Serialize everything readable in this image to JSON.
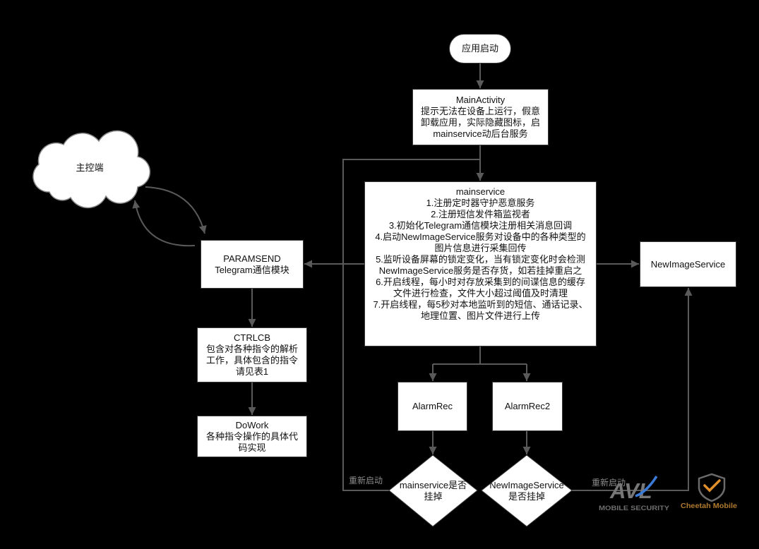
{
  "colors": {
    "background": "#000000",
    "node_fill": "#ffffff",
    "node_text": "#111111",
    "connector": "#5a5a5a",
    "edge_label": "#8c8c8c"
  },
  "nodes": {
    "app_start": {
      "label": "应用启动"
    },
    "main_activity": {
      "lines": [
        "MainActivity",
        "提示无法在设备上运行，假意",
        "卸载应用，实际隐藏图标，启",
        "mainservice动后台服务"
      ]
    },
    "mainservice": {
      "lines": [
        "mainservice",
        "1.注册定时器守护恶意服务",
        "2.注册短信发件箱监视者",
        "3.初始化Telegram通信模块注册相关消息回调",
        "4.启动NewImageService服务对设备中的各种类型的",
        "图片信息进行采集回传",
        "5.监听设备屏幕的锁定变化，当有锁定变化时会检测",
        "NewImageService服务是否存货，如若挂掉重启之",
        "6.开启线程，每小时对存放采集到的间谍信息的缓存",
        "文件进行检查，文件大小超过阈值及时清理",
        "7.开启线程，每5秒对本地监听到的短信、通话记录、",
        "地理位置、图片文件进行上传"
      ]
    },
    "controller": {
      "label": "主控端"
    },
    "paramsend": {
      "lines": [
        "PARAMSEND",
        "Telegram通信模块"
      ]
    },
    "new_image_service": {
      "label": "NewImageService"
    },
    "ctrlcb": {
      "lines": [
        "CTRLCB",
        "包含对各种指令的解析",
        "工作，具体包含的指令",
        "请见表1"
      ]
    },
    "dowork": {
      "lines": [
        "DoWork",
        "各种指令操作的具体代",
        "码实现"
      ]
    },
    "alarm_rec": {
      "label": "AlarmRec"
    },
    "alarm_rec2": {
      "label": "AlarmRec2"
    },
    "decision_mainservice": {
      "lines": [
        "mainservice是否",
        "挂掉"
      ]
    },
    "decision_newimage": {
      "lines": [
        "NewImageService",
        "是否挂掉"
      ]
    }
  },
  "edge_labels": {
    "restart_mainservice": "重新启动",
    "restart_newimage": "重新启动"
  },
  "watermarks": {
    "avl_logo": "AVL",
    "avl_subtitle": "MOBILE SECURITY",
    "cheetah_logo": "Cheetah Mobile"
  }
}
